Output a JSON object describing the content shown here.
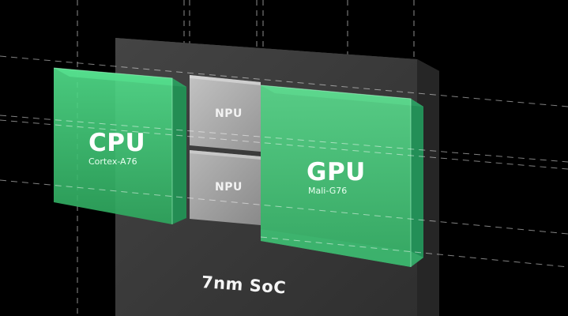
{
  "soc": {
    "label": "7nm SoC"
  },
  "cpu": {
    "label": "CPU",
    "sublabel": "Cortex-A76"
  },
  "gpu": {
    "label": "GPU",
    "sublabel": "Mali-G76"
  },
  "npu_blocks": [
    {
      "label": "NPU"
    },
    {
      "label": "NPU"
    }
  ],
  "colors": {
    "background": "#000000",
    "soc_die": "#3c3c3c",
    "cpu_green": "#3fd37a",
    "gpu_green": "#4fcf80",
    "npu_gray": "#b3b3b3",
    "guide_lines": "#ffffff"
  }
}
